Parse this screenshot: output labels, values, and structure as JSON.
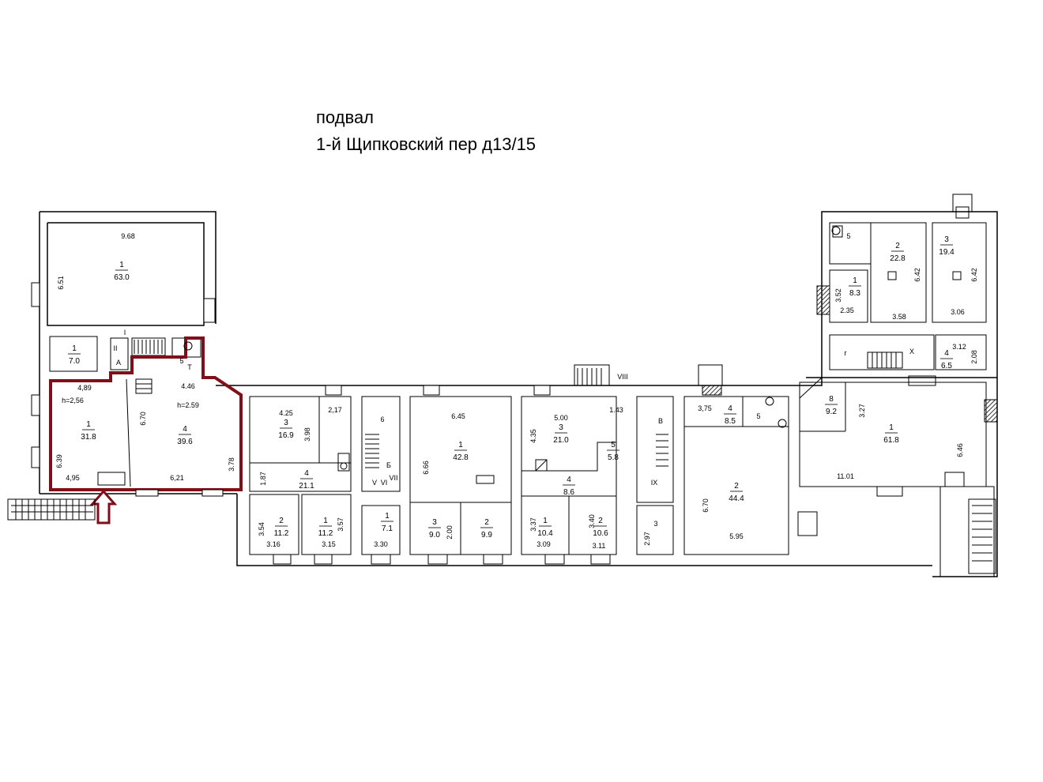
{
  "header": {
    "floor": "подвал",
    "address": "1-й Щипковский пер д13/15"
  },
  "colors": {
    "wall": "#000000",
    "highlight": "#7f0f19",
    "hatch": "#333333"
  },
  "rooms": [
    {
      "id": "w1",
      "num": "1",
      "area": "63.0"
    },
    {
      "id": "w1b",
      "num": "1",
      "area": "7.0"
    },
    {
      "id": "h1",
      "num": "1",
      "area": "31.8"
    },
    {
      "id": "h4",
      "num": "4",
      "area": "39.6"
    },
    {
      "id": "c3",
      "num": "3",
      "area": "16.9"
    },
    {
      "id": "c4",
      "num": "4",
      "area": "21.1"
    },
    {
      "id": "c2",
      "num": "2",
      "area": "11.2"
    },
    {
      "id": "c1",
      "num": "1",
      "area": "11.2"
    },
    {
      "id": "d1",
      "num": "1",
      "area": "7.1"
    },
    {
      "id": "e1",
      "num": "1",
      "area": "42.8"
    },
    {
      "id": "e3",
      "num": "3",
      "area": "9.0"
    },
    {
      "id": "e2",
      "num": "2",
      "area": "9.9"
    },
    {
      "id": "f3",
      "num": "3",
      "area": "21.0"
    },
    {
      "id": "f5",
      "num": "5",
      "area": "5.8"
    },
    {
      "id": "f4",
      "num": "4",
      "area": "8.6"
    },
    {
      "id": "f1",
      "num": "1",
      "area": "10.4"
    },
    {
      "id": "f2",
      "num": "2",
      "area": "10.6"
    },
    {
      "id": "g4",
      "num": "4",
      "area": "8.5"
    },
    {
      "id": "g2",
      "num": "2",
      "area": "44.4"
    },
    {
      "id": "k8",
      "num": "8",
      "area": "9.2"
    },
    {
      "id": "k1",
      "num": "1",
      "area": "61.8"
    },
    {
      "id": "n2",
      "num": "2",
      "area": "22.8"
    },
    {
      "id": "n3",
      "num": "3",
      "area": "19.4"
    },
    {
      "id": "n1",
      "num": "1",
      "area": "8.3"
    },
    {
      "id": "n4",
      "num": "4",
      "area": "6.5"
    }
  ],
  "labels": [
    "9.68",
    "6.51",
    "А",
    "5",
    "Т",
    "4,89",
    "h=2,56",
    "6.70",
    "4.46",
    "h=2.59",
    "6.39",
    "4,95",
    "6,21",
    "3.78",
    "4.25",
    "3.98",
    "2,17",
    "1.87",
    "3.54",
    "3.16",
    "3.57",
    "3.15",
    "6",
    "Б",
    "V",
    "VI",
    "VII",
    "3.30",
    "6.45",
    "6.66",
    "2.00",
    "VIII",
    "1.43",
    "5.00",
    "4.35",
    "3.37",
    "3.09",
    "3.40",
    "3.11",
    "В",
    "IX",
    "3",
    "2.97",
    "3,75",
    "5",
    "6.70",
    "5.95",
    "3.27",
    "6.46",
    "11.01",
    "5",
    "6.42",
    "6.42",
    "3.52",
    "2.35",
    "3.58",
    "3.06",
    "г",
    "Х",
    "3.12",
    "2.08",
    "I",
    "II"
  ]
}
